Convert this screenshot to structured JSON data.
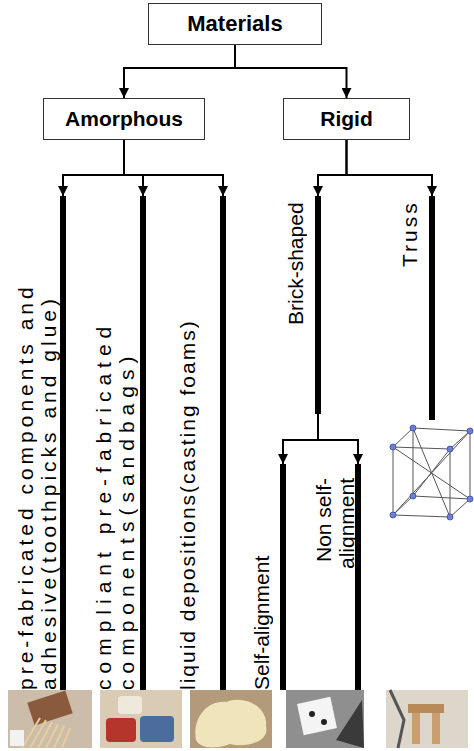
{
  "diagram": {
    "nodes": [
      {
        "text": [
          "Materials"
        ]
      },
      {
        "text": [
          "Amorphous"
        ]
      },
      {
        "text": [
          "Rigid"
        ]
      },
      {
        "text": [
          "pre-fabricated components and adhesive(toothpicks and glue)"
        ]
      },
      {
        "text": [
          "compliant pre-fabricated components(sandbags)"
        ]
      },
      {
        "text": [
          "liquid depositions(casting foams)"
        ]
      },
      {
        "text": [
          "Brick-shaped"
        ]
      },
      {
        "text": [
          "Truss"
        ]
      },
      {
        "text": [
          "Self-alignment"
        ]
      },
      {
        "text": [
          "Non self- alignment"
        ]
      }
    ],
    "edges": [
      {
        "from": 0,
        "to": 1,
        "arrow": "to"
      },
      {
        "from": 0,
        "to": 2,
        "arrow": "to"
      },
      {
        "from": 1,
        "to": 3,
        "arrow": "to"
      },
      {
        "from": 1,
        "to": 4,
        "arrow": "to"
      },
      {
        "from": 1,
        "to": 5,
        "arrow": "to"
      },
      {
        "from": 2,
        "to": 6,
        "arrow": "to"
      },
      {
        "from": 2,
        "to": 7,
        "arrow": "to"
      },
      {
        "from": 6,
        "to": 8,
        "arrow": "to"
      },
      {
        "from": 6,
        "to": 9,
        "arrow": "to"
      }
    ]
  }
}
